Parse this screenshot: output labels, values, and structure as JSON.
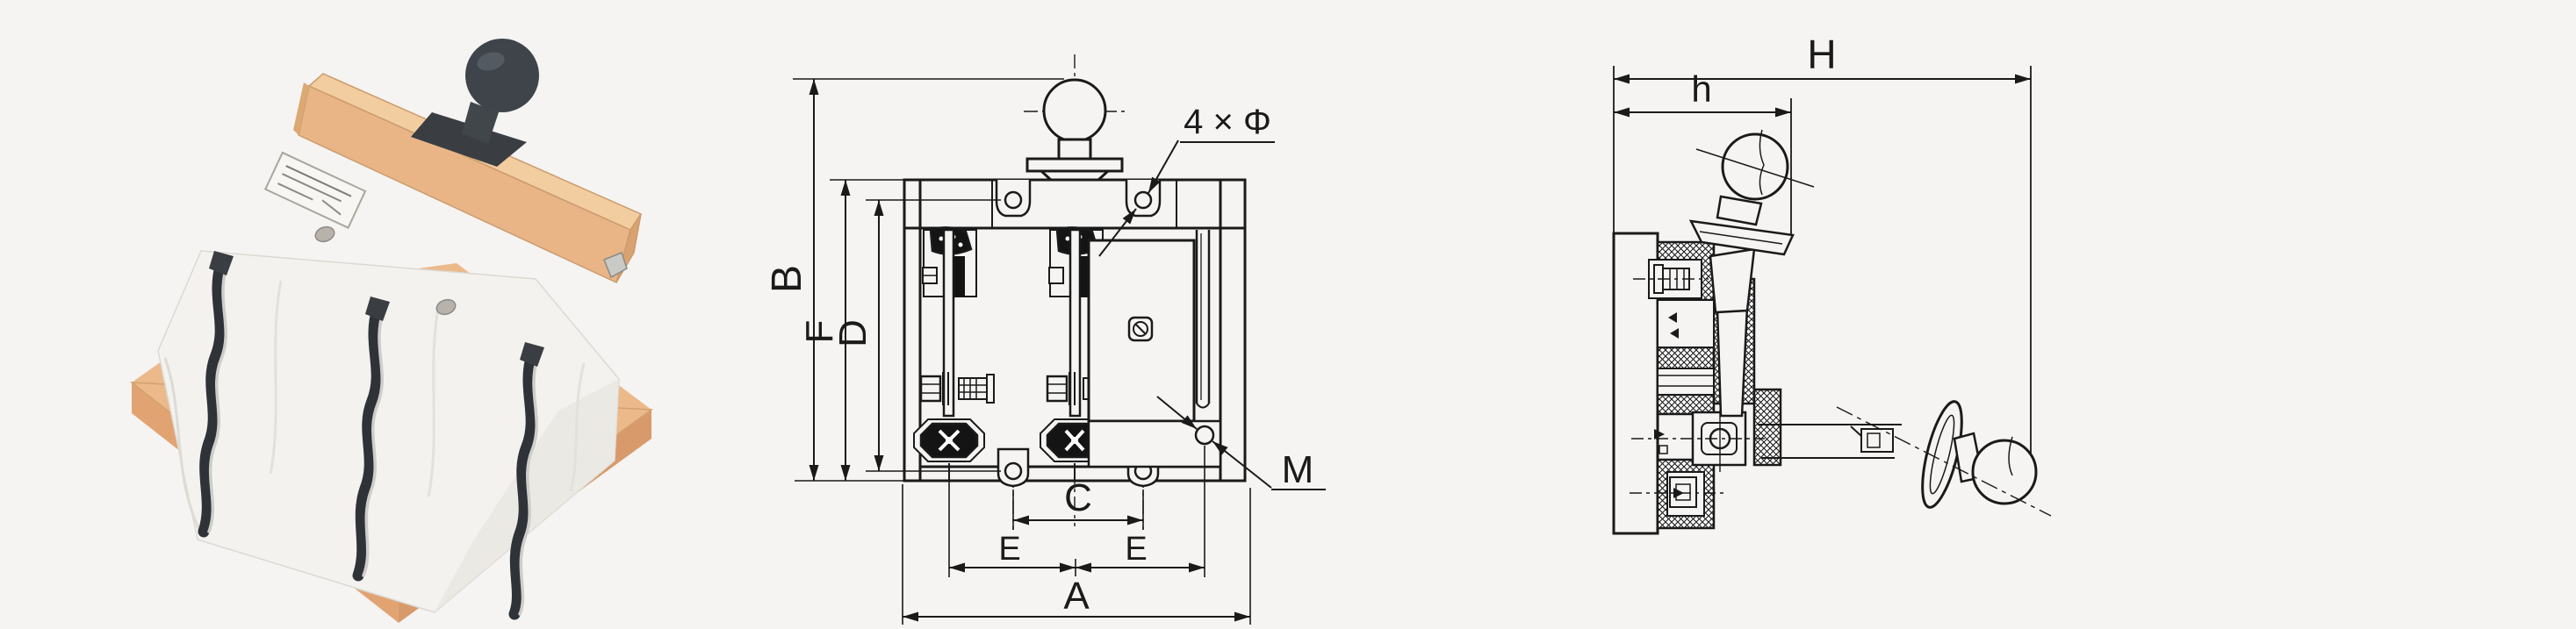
{
  "page": {
    "background_color": "#f5f4f2",
    "line_color": "#1a1a1a"
  },
  "product_photo": {
    "colors": {
      "wood_base": "#ecb98b",
      "wood_bar_top": "#f2cda0",
      "wood_bar_front": "#e9b586",
      "porcelain": "#f3f2ef",
      "handle": "#3f444a",
      "blade": "#2f3236"
    }
  },
  "front_view": {
    "labels": {
      "height_overall": "B",
      "height_frame": "F",
      "hole_spacing_vertical": "D",
      "hole_spacing_horizontal": "C",
      "pole_pitch_left": "E",
      "pole_pitch_right": "E",
      "width_overall": "A",
      "mounting_holes": "4 × Φ",
      "terminal_thread": "M"
    }
  },
  "side_view": {
    "labels": {
      "depth_overall": "H",
      "depth_handle": "h"
    }
  }
}
